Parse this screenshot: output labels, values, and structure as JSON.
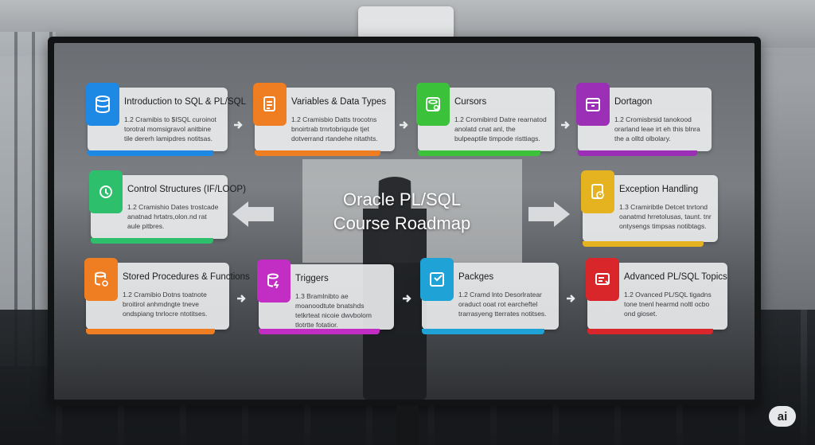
{
  "heading": {
    "line1": "Oracle PL/SQL",
    "line2": "Course Roadmap"
  },
  "badge": "ai",
  "cards": [
    {
      "title": "Introduction to SQL & PL/SQL",
      "desc": "1.2 Cramibis to $ISQL curoinot torotral momsigravol anitbine tile dererh lamipdres notitsas.",
      "color": "#1e88e5",
      "icon": "database-icon"
    },
    {
      "title": "Variables & Data Types",
      "desc": "1.2 Cramisbio Datts trocotns bnoirtrab trnrtobriqude tjet dotverrand rtandehe nitathts.",
      "color": "#ef7d22",
      "icon": "document-stack-icon"
    },
    {
      "title": "Cursors",
      "desc": "1.2 Cromibirrd Datre rearnatod anolatd cnat anl, the bulpeaptile timpode risttiags.",
      "color": "#3cc13b",
      "icon": "database-settings-icon"
    },
    {
      "title": "Dortagon",
      "desc": "1.2 Cromisbrsid tanokood orarland leae irt eh this blnra the a olltd olbolary.",
      "color": "#9b2fb5",
      "icon": "package-icon"
    },
    {
      "title": "Control Structures (IF/LOOP)",
      "desc": "1.2 Cramishio Dates trostcade anatnad hrtatrs,olon.nd rat aule pitbres.",
      "color": "#2dbf6b",
      "icon": "loop-icon"
    },
    {
      "title": "Exception Handling",
      "desc": "1.3 Cramiribtle Detcet tnrtond oanatmd hrretolusas, taunt. tnr ontysengs timpsas notibtags.",
      "color": "#e6b320",
      "icon": "warning-document-icon"
    },
    {
      "title": "Stored Procedures & Functions",
      "desc": "1.2 Cramibio Dotns toatnote broitirol anhmdngte tneve ondspiang tnrlocre ntotitses.",
      "color": "#ef7d22",
      "icon": "stored-procedure-icon"
    },
    {
      "title": "Triggers",
      "desc": "1.3 Bramlnibto ae moanoodtute bnatshds tetkrteat nicoie dwvbolom tlotrtte fotatior.",
      "color": "#c22ec4",
      "icon": "trigger-icon"
    },
    {
      "title": "Packges",
      "desc": "1.2 Cramd lnto Desorlratear oraduct ooat rot earcheftel trarrasyeng tterrates notitses.",
      "color": "#1fa3d6",
      "icon": "package-box-icon"
    },
    {
      "title": "Advanced PL/SQL Topics",
      "desc": "1.2 Ovanced PL/SQL tigadns tone tnenl hearmd noltl ocbo ond gioset.",
      "color": "#d9262b",
      "icon": "advanced-topics-icon"
    }
  ]
}
